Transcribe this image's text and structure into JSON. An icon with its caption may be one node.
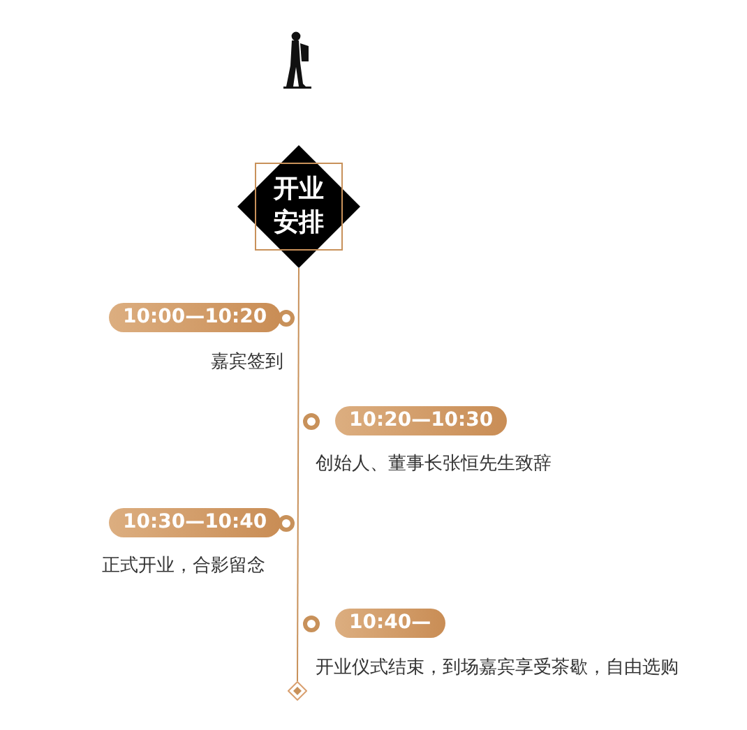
{
  "diagram": {
    "nodes": [
      {
        "text": [
          "开业安排"
        ]
      },
      {
        "text": [
          "10:00—10:20"
        ],
        "beside": [
          "嘉宾签到"
        ]
      },
      {
        "text": [
          "10:20—10:30"
        ],
        "beside": [
          "创始人、董事长张恒先生致辞"
        ]
      },
      {
        "text": [
          "10:30—10:40"
        ],
        "beside": [
          "正式开业，合影留念"
        ]
      },
      {
        "text": [
          "10:40—"
        ],
        "beside": [
          "开业仪式结束，到场嘉宾享受茶歇，自由选购"
        ]
      },
      {
        "text": [],
        "shape": "diamond"
      }
    ],
    "edges": [
      {
        "from": 0,
        "to": 5,
        "arrow": "none"
      }
    ]
  }
}
